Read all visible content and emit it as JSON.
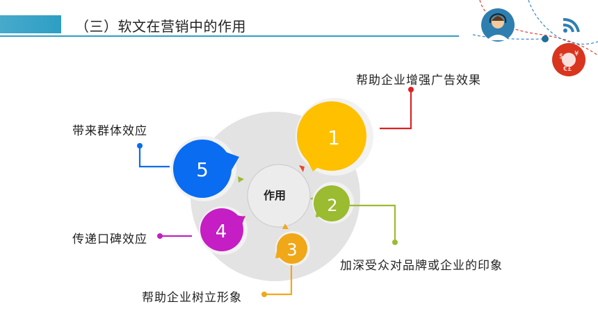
{
  "header": {
    "title": "（三）软文在营销中的作用"
  },
  "diagram": {
    "center_label": "作用",
    "items": [
      {
        "number": "1",
        "label": "帮助企业增强广告效果",
        "color": "#ffc000"
      },
      {
        "number": "2",
        "label": "加深受众对品牌或企业的印象",
        "color": "#9bbb30"
      },
      {
        "number": "3",
        "label": "帮助企业树立形象",
        "color": "#f0a818"
      },
      {
        "number": "4",
        "label": "传递口碑效应",
        "color": "#c41ec4"
      },
      {
        "number": "5",
        "label": "带来群体效应",
        "color": "#0a6cf0"
      }
    ]
  },
  "decoration": {
    "icons": [
      "customer-service-icon",
      "wifi-signal-icon",
      "currency-globe-icon"
    ]
  }
}
